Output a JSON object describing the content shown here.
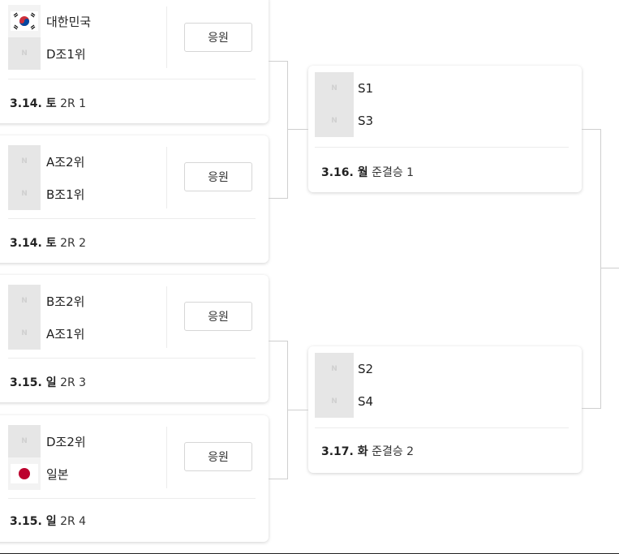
{
  "round2": [
    {
      "team1": "대한민국",
      "team2": "D조1위",
      "flag1": "kr",
      "flag2": "placeholder",
      "cheer": "응원",
      "date": "3.14. 토",
      "round": "2R 1"
    },
    {
      "team1": "A조2위",
      "team2": "B조1위",
      "flag1": "placeholder",
      "flag2": "placeholder",
      "cheer": "응원",
      "date": "3.14. 토",
      "round": "2R 2"
    },
    {
      "team1": "B조2위",
      "team2": "A조1위",
      "flag1": "placeholder",
      "flag2": "placeholder",
      "cheer": "응원",
      "date": "3.15. 일",
      "round": "2R 3"
    },
    {
      "team1": "D조2위",
      "team2": "일본",
      "flag1": "placeholder",
      "flag2": "jp",
      "cheer": "응원",
      "date": "3.15. 일",
      "round": "2R 4"
    }
  ],
  "semifinals": [
    {
      "team1": "S1",
      "team2": "S3",
      "date": "3.16. 월",
      "round": "준결승 1"
    },
    {
      "team1": "S2",
      "team2": "S4",
      "date": "3.17. 화",
      "round": "준결승 2"
    }
  ],
  "placeholder_glyph": "N",
  "colors": {
    "connector": "#cfcfcf",
    "placeholder_bg": "#e6e6e6",
    "kr_red": "#cd2e3a",
    "kr_blue": "#0047a0",
    "jp_red": "#bc002d"
  }
}
